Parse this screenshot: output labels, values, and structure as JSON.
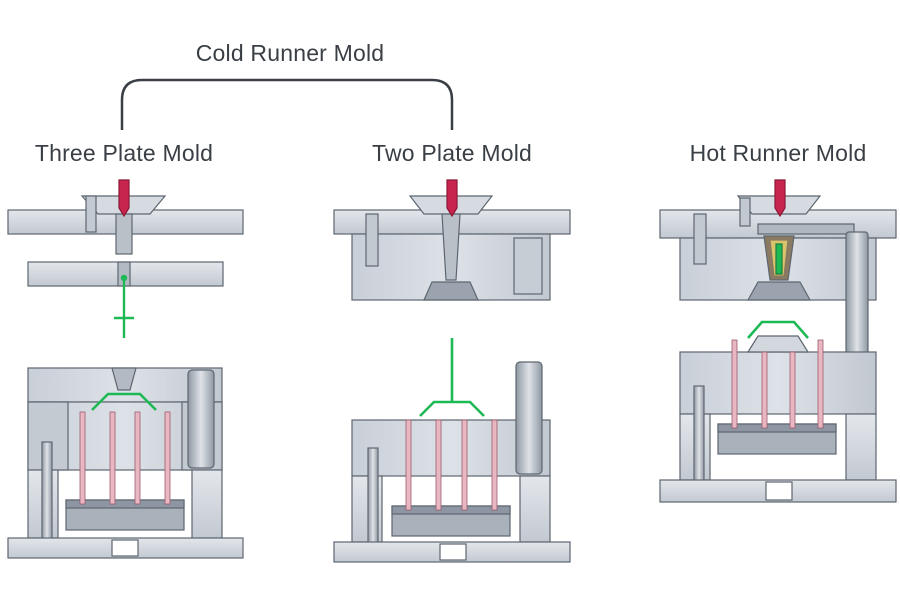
{
  "labels": {
    "group_title": "Cold Runner Mold",
    "three_plate": "Three Plate Mold",
    "two_plate": "Two Plate Mold",
    "hot_runner": "Hot Runner Mold"
  },
  "colors": {
    "steel": "#cdd3db",
    "steel_dark": "#9aa3ae",
    "outline": "#5d6670",
    "nozzle": "#c8254e",
    "runner_part": "#1db954",
    "ejector_pin": "#e9b7c2",
    "background": "#ffffff"
  }
}
